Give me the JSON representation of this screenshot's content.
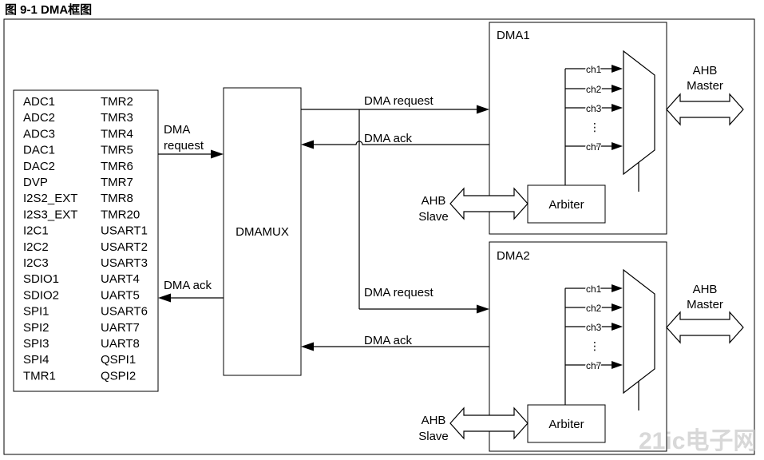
{
  "figure": {
    "title": "图  9-1 DMA框图"
  },
  "peripherals": {
    "left_column": [
      "ADC1",
      "ADC2",
      "ADC3",
      "DAC1",
      "DAC2",
      "DVP",
      "I2S2_EXT",
      "I2S3_EXT",
      "I2C1",
      "I2C2",
      "I2C3",
      "SDIO1",
      "SDIO2",
      "SPI1",
      "SPI2",
      "SPI3",
      "SPI4",
      "TMR1"
    ],
    "right_column": [
      "TMR2",
      "TMR3",
      "TMR4",
      "TMR5",
      "TMR6",
      "TMR7",
      "TMR8",
      "TMR20",
      "USART1",
      "USART2",
      "USART3",
      "UART4",
      "UART5",
      "USART6",
      "UART7",
      "UART8",
      "QSPI1",
      "QSPI2"
    ]
  },
  "dmamux": {
    "label": "DMAMUX"
  },
  "signals": {
    "periph_request_line1": "DMA",
    "periph_request_line2": "request",
    "periph_ack": "DMA ack",
    "dma1_request": "DMA request",
    "dma1_ack": "DMA ack",
    "dma2_request": "DMA request",
    "dma2_ack": "DMA ack"
  },
  "dma1": {
    "label": "DMA1",
    "channels": [
      "ch1",
      "ch2",
      "ch3",
      "ch7"
    ],
    "ellipsis": "⋮",
    "arbiter": "Arbiter",
    "ahb_master": [
      "AHB",
      "Master"
    ],
    "ahb_slave": [
      "AHB",
      "Slave"
    ]
  },
  "dma2": {
    "label": "DMA2",
    "channels": [
      "ch1",
      "ch2",
      "ch3",
      "ch7"
    ],
    "ellipsis": "⋮",
    "arbiter": "Arbiter",
    "ahb_master": [
      "AHB",
      "Master"
    ],
    "ahb_slave": [
      "AHB",
      "Slave"
    ]
  },
  "watermark": {
    "text": "21ic电子网"
  }
}
